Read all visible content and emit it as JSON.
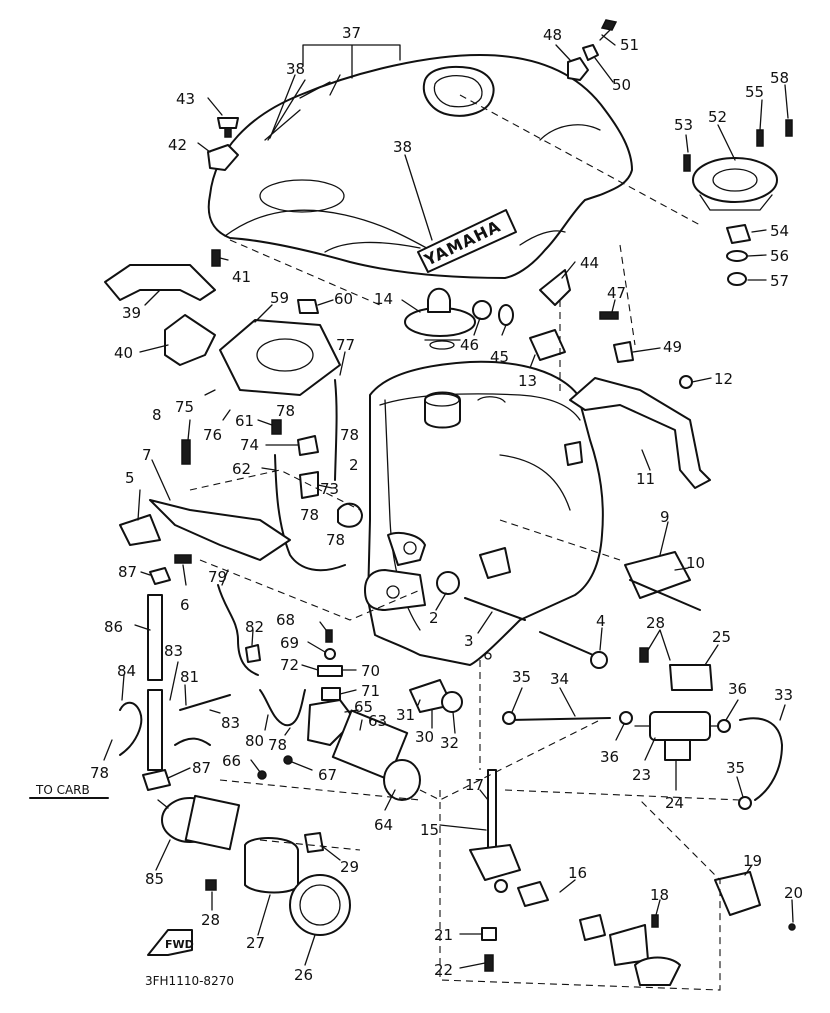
{
  "brand_text": "YAMAHA",
  "to_carb_label": "TO CARB",
  "fwd_label": "FWD",
  "diagram_code": "3FH1110-8270",
  "callouts": [
    {
      "id": "p37",
      "text": "37"
    },
    {
      "id": "p38a",
      "text": "38"
    },
    {
      "id": "p38b",
      "text": "38"
    },
    {
      "id": "p43",
      "text": "43"
    },
    {
      "id": "p42",
      "text": "42"
    },
    {
      "id": "p48",
      "text": "48"
    },
    {
      "id": "p51",
      "text": "51"
    },
    {
      "id": "p50",
      "text": "50"
    },
    {
      "id": "p53",
      "text": "53"
    },
    {
      "id": "p52",
      "text": "52"
    },
    {
      "id": "p55",
      "text": "55"
    },
    {
      "id": "p58",
      "text": "58"
    },
    {
      "id": "p54",
      "text": "54"
    },
    {
      "id": "p56",
      "text": "56"
    },
    {
      "id": "p57",
      "text": "57"
    },
    {
      "id": "p41",
      "text": "41"
    },
    {
      "id": "p39",
      "text": "39"
    },
    {
      "id": "p40",
      "text": "40"
    },
    {
      "id": "p59",
      "text": "59"
    },
    {
      "id": "p60",
      "text": "60"
    },
    {
      "id": "p14",
      "text": "14"
    },
    {
      "id": "p46",
      "text": "46"
    },
    {
      "id": "p45",
      "text": "45"
    },
    {
      "id": "p44",
      "text": "44"
    },
    {
      "id": "p47",
      "text": "47"
    },
    {
      "id": "p49",
      "text": "49"
    },
    {
      "id": "p13",
      "text": "13"
    },
    {
      "id": "p12",
      "text": "12"
    },
    {
      "id": "p11",
      "text": "11"
    },
    {
      "id": "p77",
      "text": "77"
    },
    {
      "id": "p78a",
      "text": "78"
    },
    {
      "id": "p78b",
      "text": "78"
    },
    {
      "id": "p78c",
      "text": "78"
    },
    {
      "id": "p75",
      "text": "75"
    },
    {
      "id": "p76",
      "text": "76"
    },
    {
      "id": "p61",
      "text": "61"
    },
    {
      "id": "p74",
      "text": "74"
    },
    {
      "id": "p62",
      "text": "62"
    },
    {
      "id": "p73",
      "text": "73"
    },
    {
      "id": "p2a",
      "text": "2"
    },
    {
      "id": "p8",
      "text": "8"
    },
    {
      "id": "p7",
      "text": "7"
    },
    {
      "id": "p5",
      "text": "5"
    },
    {
      "id": "p6",
      "text": "6"
    },
    {
      "id": "p87a",
      "text": "87"
    },
    {
      "id": "p78d",
      "text": "78"
    },
    {
      "id": "p9",
      "text": "9"
    },
    {
      "id": "p10",
      "text": "10"
    },
    {
      "id": "p79",
      "text": "79"
    },
    {
      "id": "p82",
      "text": "82"
    },
    {
      "id": "p68",
      "text": "68"
    },
    {
      "id": "p69",
      "text": "69"
    },
    {
      "id": "p70",
      "text": "70"
    },
    {
      "id": "p72",
      "text": "72"
    },
    {
      "id": "p71",
      "text": "71"
    },
    {
      "id": "p2b",
      "text": "2"
    },
    {
      "id": "p3",
      "text": "3"
    },
    {
      "id": "p4",
      "text": "4"
    },
    {
      "id": "p28a",
      "text": "28"
    },
    {
      "id": "p25",
      "text": "25"
    },
    {
      "id": "p86",
      "text": "86"
    },
    {
      "id": "p83a",
      "text": "83"
    },
    {
      "id": "p84",
      "text": "84"
    },
    {
      "id": "p81",
      "text": "81"
    },
    {
      "id": "p83b",
      "text": "83"
    },
    {
      "id": "p80",
      "text": "80"
    },
    {
      "id": "p78e",
      "text": "78"
    },
    {
      "id": "p65",
      "text": "65"
    },
    {
      "id": "p63",
      "text": "63"
    },
    {
      "id": "p31",
      "text": "31"
    },
    {
      "id": "p30",
      "text": "30"
    },
    {
      "id": "p32",
      "text": "32"
    },
    {
      "id": "p35a",
      "text": "35"
    },
    {
      "id": "p34",
      "text": "34"
    },
    {
      "id": "p36a",
      "text": "36"
    },
    {
      "id": "p33",
      "text": "33"
    },
    {
      "id": "p36b",
      "text": "36"
    },
    {
      "id": "p23",
      "text": "23"
    },
    {
      "id": "p24",
      "text": "24"
    },
    {
      "id": "p35b",
      "text": "35"
    },
    {
      "id": "p78f",
      "text": "78"
    },
    {
      "id": "p87b",
      "text": "87"
    },
    {
      "id": "p66",
      "text": "66"
    },
    {
      "id": "p67",
      "text": "67"
    },
    {
      "id": "p64",
      "text": "64"
    },
    {
      "id": "p17",
      "text": "17"
    },
    {
      "id": "p15",
      "text": "15"
    },
    {
      "id": "p29",
      "text": "29"
    },
    {
      "id": "p85",
      "text": "85"
    },
    {
      "id": "p16",
      "text": "16"
    },
    {
      "id": "p19",
      "text": "19"
    },
    {
      "id": "p18",
      "text": "18"
    },
    {
      "id": "p20",
      "text": "20"
    },
    {
      "id": "p28b",
      "text": "28"
    },
    {
      "id": "p27",
      "text": "27"
    },
    {
      "id": "p21",
      "text": "21"
    },
    {
      "id": "p22",
      "text": "22"
    },
    {
      "id": "p26",
      "text": "26"
    }
  ]
}
